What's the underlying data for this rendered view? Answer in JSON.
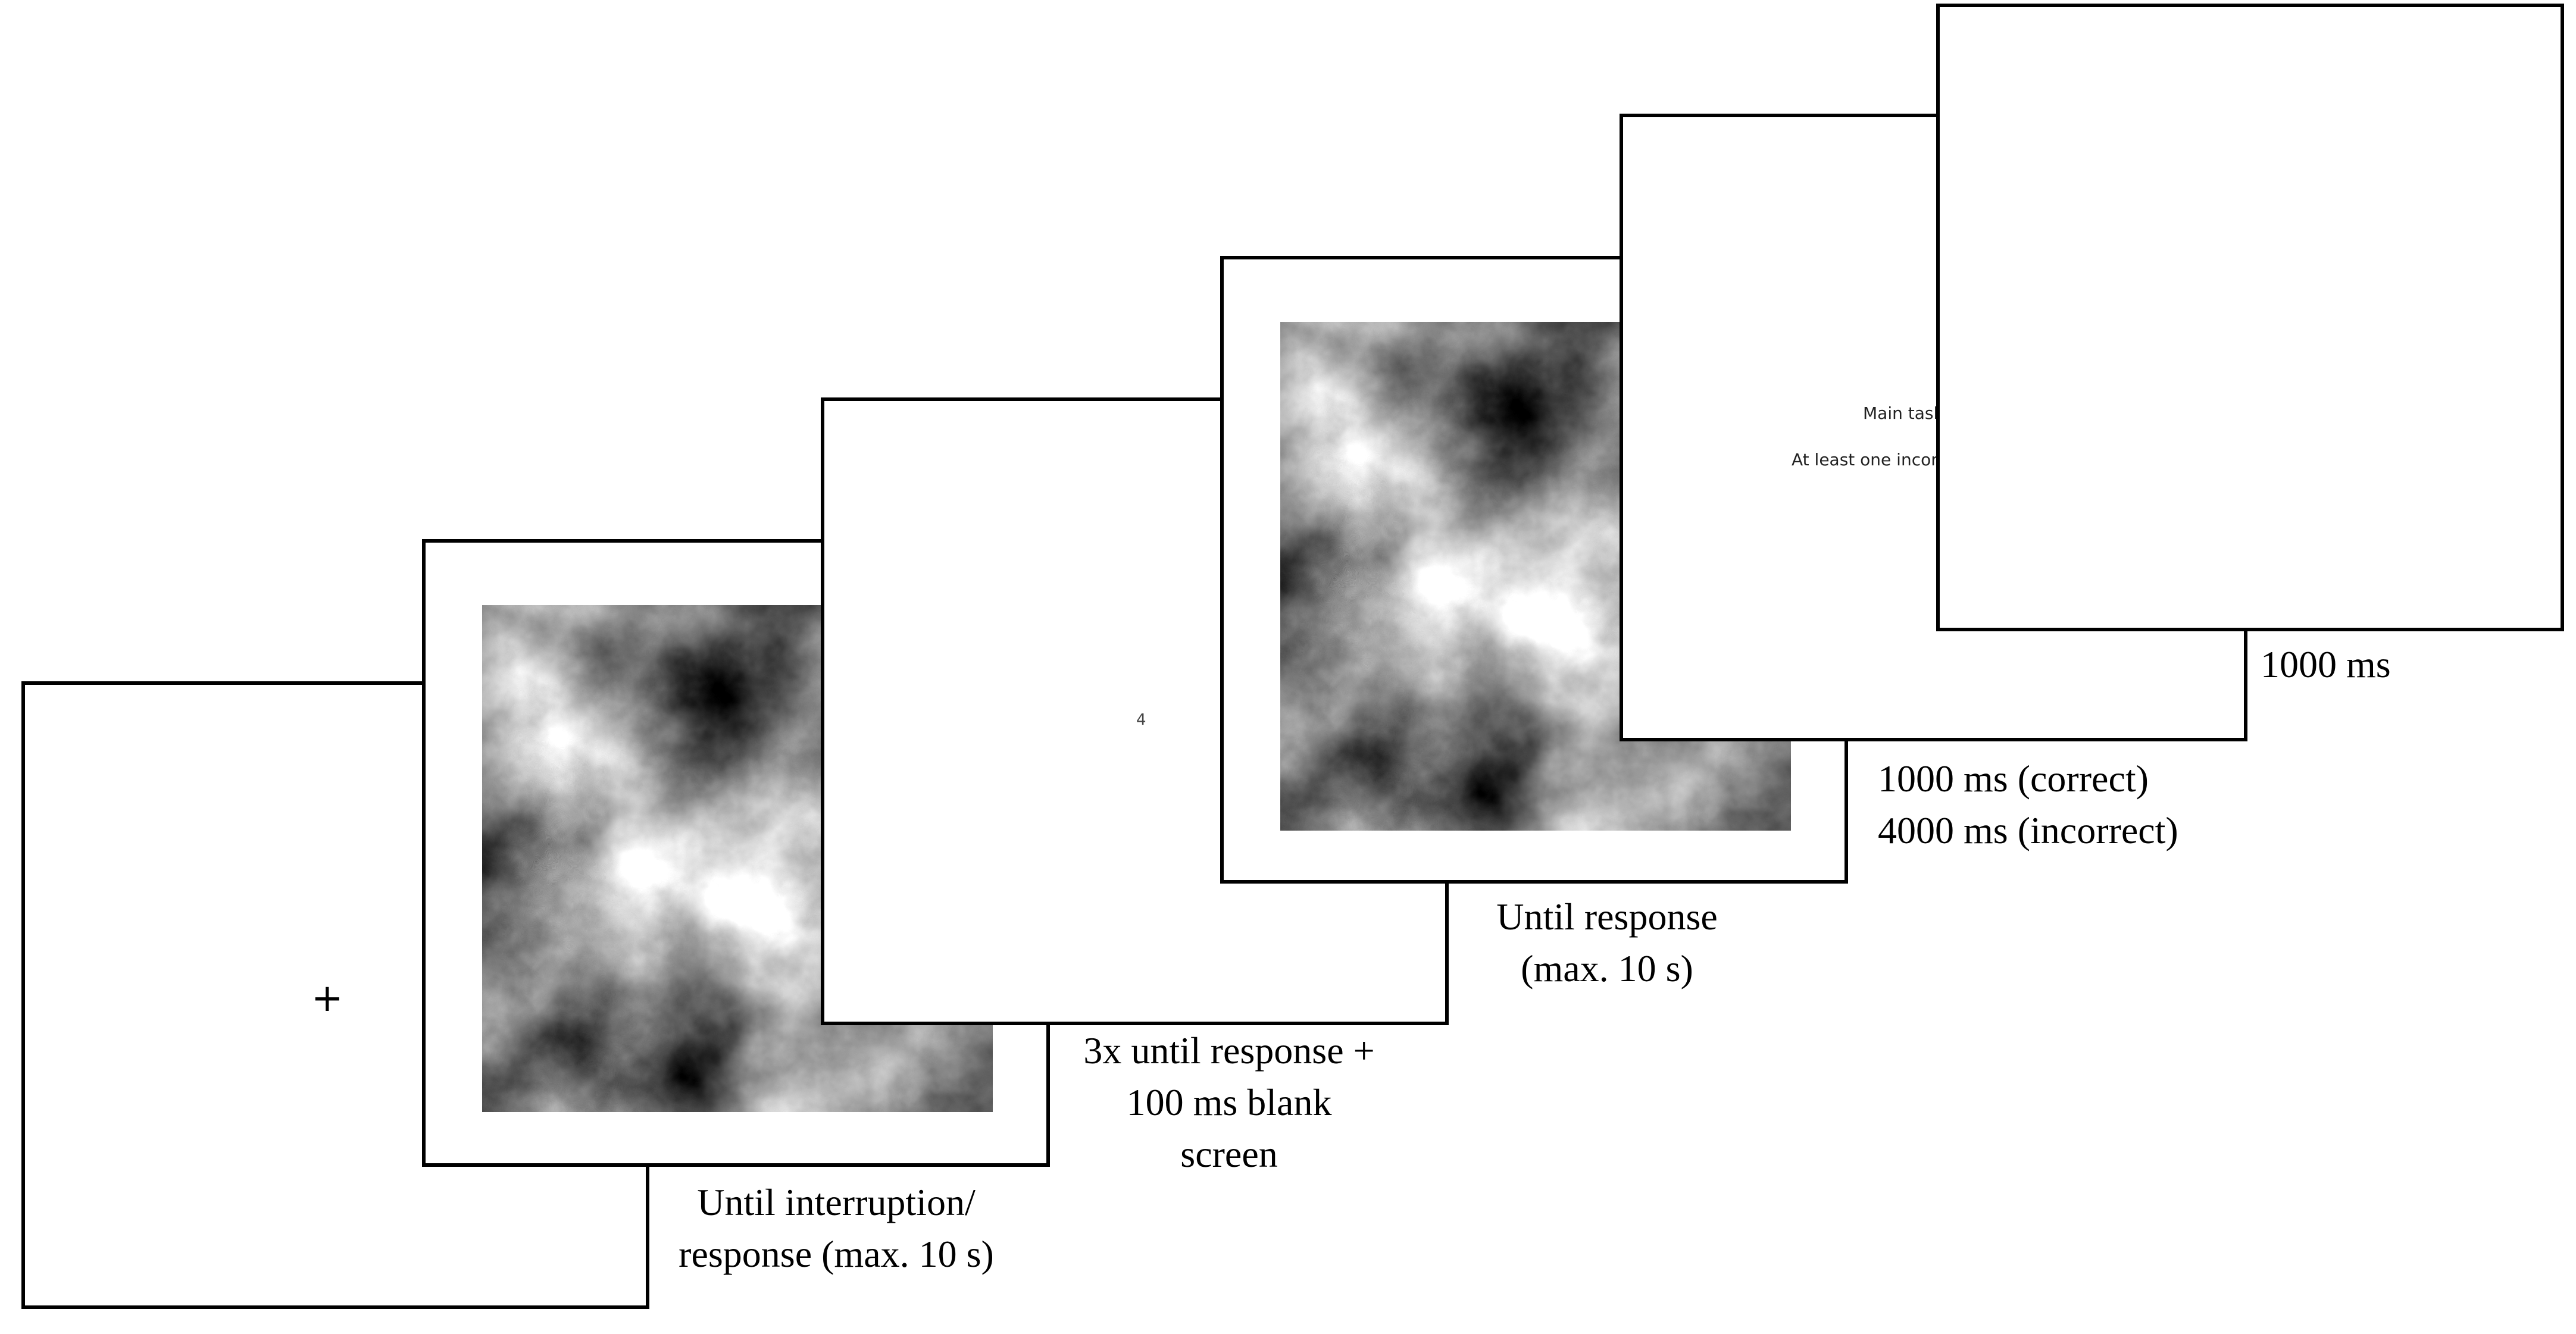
{
  "diagram": {
    "screens": [
      {
        "id": "fixation",
        "content": "+"
      },
      {
        "id": "noise-image-1",
        "content": "noise-image"
      },
      {
        "id": "digit-task",
        "content": "4"
      },
      {
        "id": "noise-image-2",
        "content": "noise-image"
      },
      {
        "id": "feedback",
        "lines": [
          "Main task",
          "At least one incor"
        ]
      },
      {
        "id": "blank",
        "content": ""
      }
    ],
    "labels": {
      "noise_image_1": [
        "Until interruption/",
        "response (max. 10 s)"
      ],
      "digit_task": [
        "3x until response +",
        "100 ms blank",
        "screen"
      ],
      "noise_image_2": [
        "Until response",
        "(max. 10 s)"
      ],
      "feedback": [
        "1000 ms (correct)",
        "4000 ms (incorrect)"
      ],
      "blank": [
        "1000 ms"
      ]
    },
    "colors": {
      "border": "#000000",
      "background": "#ffffff",
      "noise_dark": "#1a1a1a",
      "noise_light": "#f0f0f0"
    }
  }
}
